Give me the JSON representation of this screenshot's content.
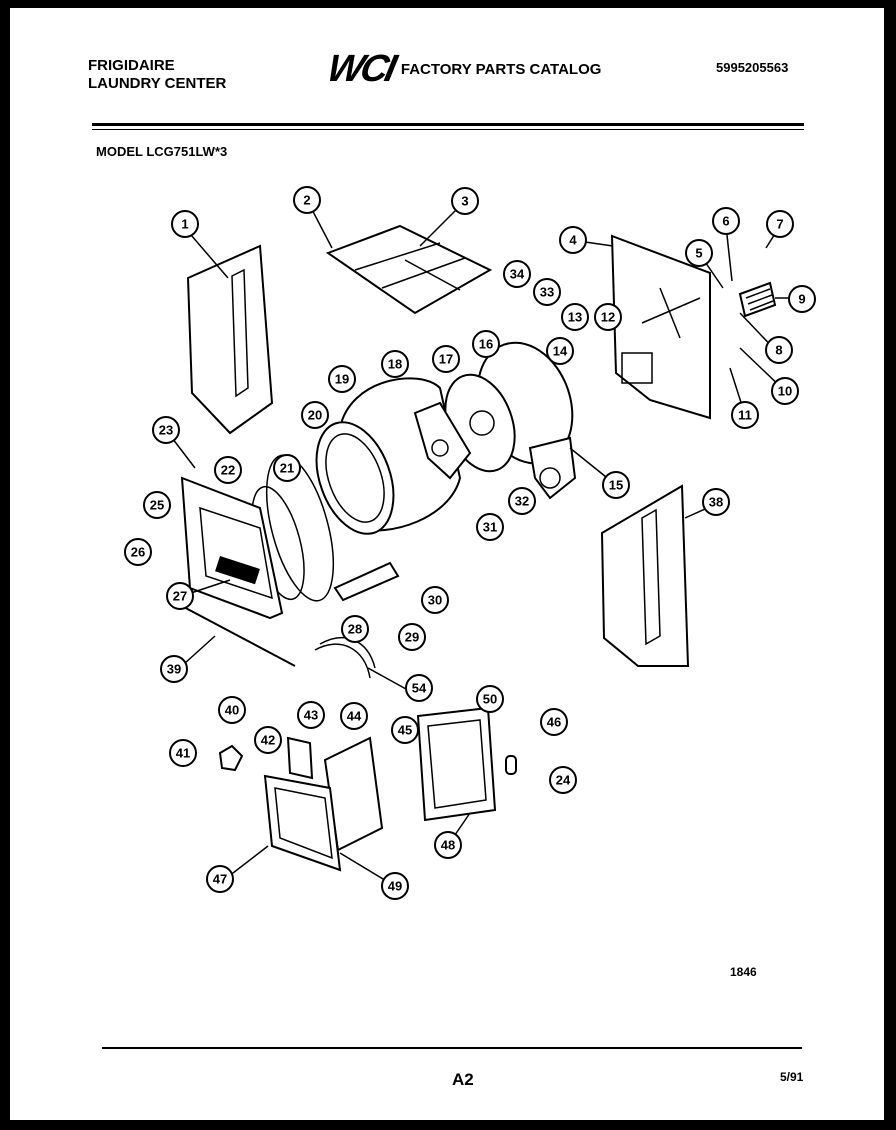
{
  "header": {
    "brand_line1": "FRIGIDAIRE",
    "brand_line2": "LAUNDRY CENTER",
    "logo_text": "WCI",
    "catalog_title": "FACTORY PARTS CATALOG",
    "part_number": "5995205563"
  },
  "model": "MODEL LCG751LW*3",
  "footer": {
    "figure_number": "1846",
    "page_label": "A2",
    "date": "5/91"
  },
  "callouts": [
    "1",
    "2",
    "3",
    "4",
    "5",
    "6",
    "7",
    "8",
    "9",
    "10",
    "11",
    "12",
    "13",
    "14",
    "15",
    "16",
    "17",
    "18",
    "19",
    "20",
    "21",
    "22",
    "23",
    "24",
    "25",
    "26",
    "27",
    "28",
    "29",
    "30",
    "31",
    "32",
    "33",
    "34",
    "38",
    "39",
    "40",
    "41",
    "42",
    "43",
    "44",
    "45",
    "46",
    "47",
    "48",
    "49",
    "50",
    "54"
  ]
}
